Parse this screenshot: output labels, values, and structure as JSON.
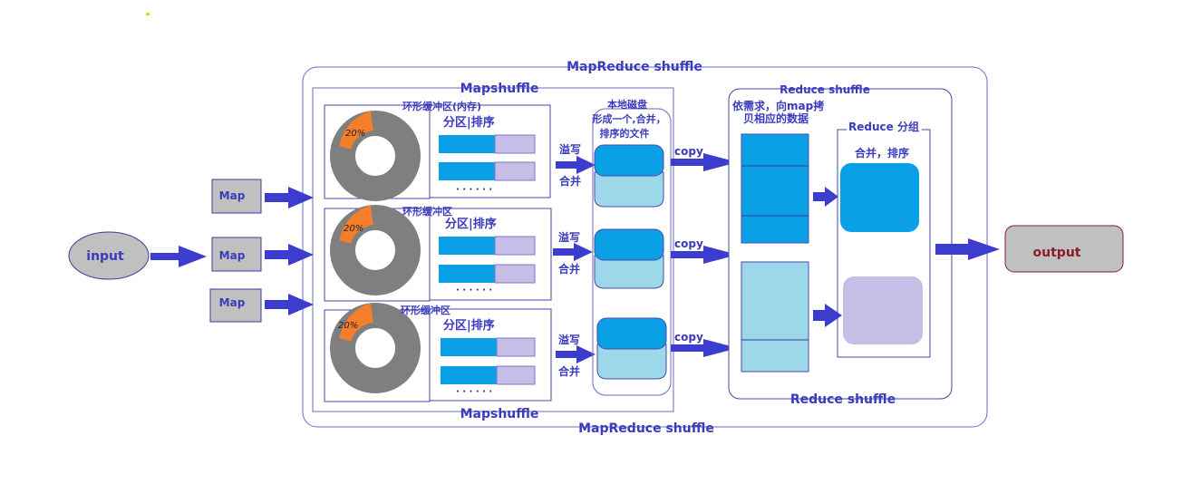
{
  "outer_title_top": "MapReduce shuffle",
  "outer_title_bottom": "MapReduce shuffle",
  "map_title_top": "Mapshuffle",
  "map_title_bottom": "Mapshuffle",
  "reduce_title_top": "Reduce shuffle",
  "reduce_title_bottom": "Reduce shuffle",
  "input_label": "input",
  "output_label": "output",
  "map_nodes": [
    "Map",
    "Map",
    "Map"
  ],
  "buffers": [
    {
      "label": "环形缓冲区(内存)",
      "percent": "20%",
      "partition_label": "分区|排序",
      "dots": "· · · · · ·",
      "spill": "溢写",
      "merge": "合并"
    },
    {
      "label": "环形缓冲区",
      "percent": "20%",
      "partition_label": "分区|排序",
      "dots": "· · · · · ·",
      "spill": "溢写",
      "merge": "合并"
    },
    {
      "label": "环形缓冲区",
      "percent": "20%",
      "partition_label": "分区|排序",
      "dots": "· · · · · ·",
      "spill": "溢写",
      "merge": "合并"
    }
  ],
  "disk": {
    "title": "本地磁盘",
    "desc_line1": "形成一个,合并，",
    "desc_line2": "排序的文件"
  },
  "copy_labels": [
    "copy",
    "copy",
    "copy"
  ],
  "fetch_text_line1": "依需求，向map拷",
  "fetch_text_line2": "贝相应的数据",
  "reduce_group_title": "Reduce 分组",
  "reduce_group_subtitle": "合并，排序",
  "colors": {
    "accent_blue": "#0aa0e6",
    "light_blue": "#9dd8ea",
    "lavender": "#c6bee6",
    "ring_gray": "#7f7f7f",
    "ring_orange": "#f47e2a",
    "arrow": "#3c3ccf",
    "node_gray": "#c0c0c0",
    "title_blue": "#3b3bbd",
    "output_text": "#8b1a2b"
  }
}
